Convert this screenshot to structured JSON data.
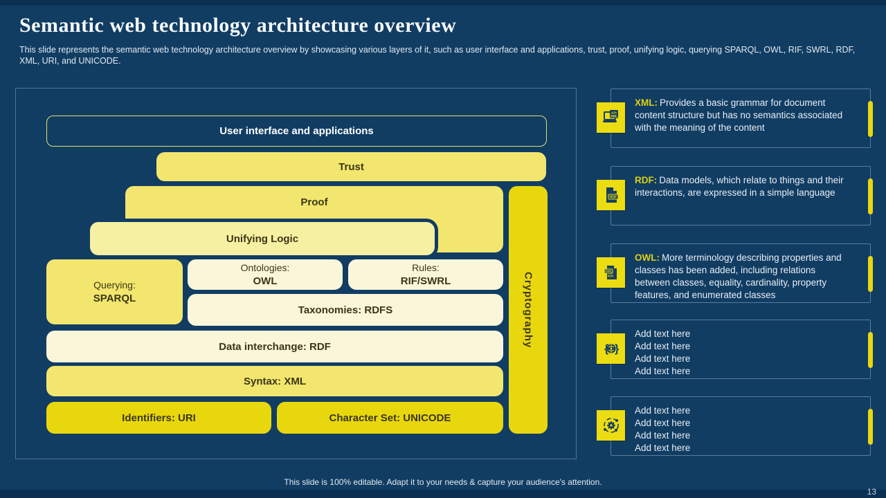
{
  "slide": {
    "title": "Semantic web technology architecture overview",
    "subtitle": "This slide represents the semantic web technology architecture overview by showcasing various layers of it, such as user interface and applications, trust, proof, unifying logic, querying SPARQL,  OWL, RIF, SWRL, RDF, XML,  URI, and UNICODE.",
    "footer": "This slide is 100% editable. Adapt it to your needs & capture your audience's attention.",
    "page_number": "13"
  },
  "diagram": {
    "layers": {
      "ui": "User interface and applications",
      "trust": "Trust",
      "proof": "Proof",
      "unifying_logic": "Unifying Logic",
      "querying_label": "Querying:",
      "querying_value": "SPARQL",
      "ontologies_label": "Ontologies:",
      "ontologies_value": "OWL",
      "rules_label": "Rules:",
      "rules_value": "RIF/SWRL",
      "taxonomies": "Taxonomies: RDFS",
      "data_interchange": "Data interchange: RDF",
      "syntax": "Syntax: XML",
      "identifiers": "Identifiers: URI",
      "charset": "Character Set: UNICODE",
      "cryptography": "Cryptography"
    }
  },
  "info_boxes": [
    {
      "icon": "xml-laptop-icon",
      "lead": "XML:",
      "text": "Provides a basic grammar for document content structure but has no semantics associated with the meaning of the content"
    },
    {
      "icon": "rdf-file-icon",
      "lead": "RDF:",
      "text": "Data models, which relate to things and their interactions, are expressed in a simple language"
    },
    {
      "icon": "owl-file-icon",
      "lead": "OWL:",
      "text": "More terminology describing properties and classes has been added, including relations between classes, equality, cardinality, property features, and enumerated classes"
    },
    {
      "icon": "ai-brain-icon",
      "lines": [
        "Add text here",
        "Add text here",
        "Add text here",
        "Add text here"
      ]
    },
    {
      "icon": "gear-orbit-icon",
      "lines": [
        "Add text here",
        "Add text here",
        "Add text here",
        "Add text here"
      ]
    }
  ],
  "colors": {
    "background": "#113d63",
    "band": "#0a3152",
    "yellow_mid": "#f2e66e",
    "yellow_light": "#f6f0a2",
    "cream": "#faf6d9",
    "gold": "#e9d70e",
    "lead_text": "#ddd013",
    "dark_label": "#3b3617"
  }
}
